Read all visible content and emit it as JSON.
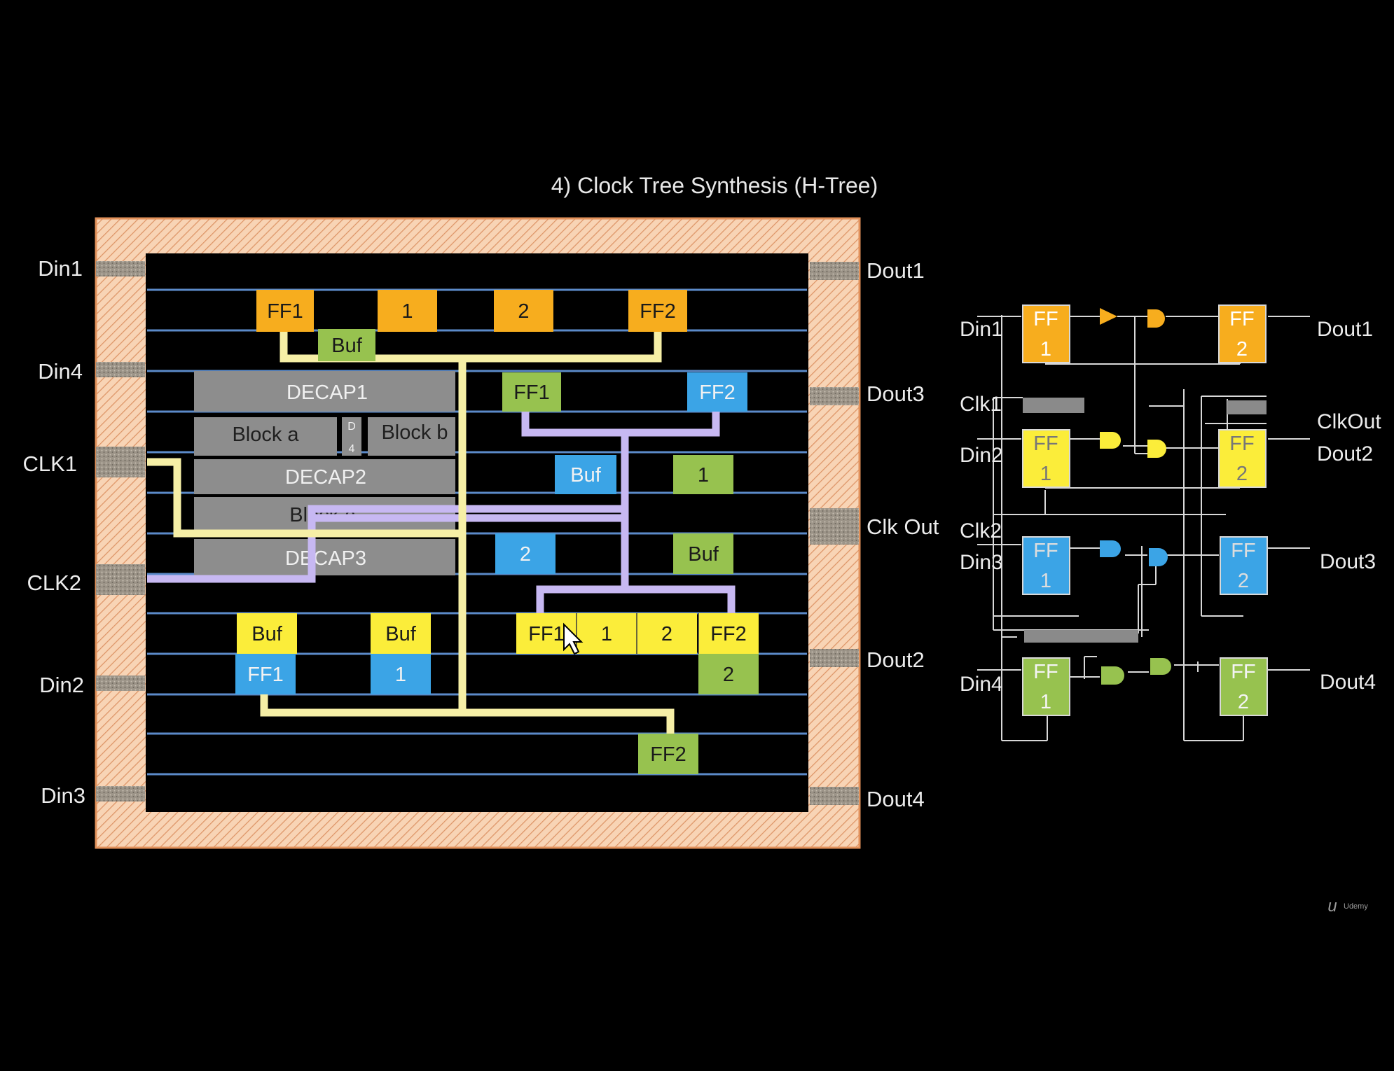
{
  "slide": {
    "title": "4) Clock Tree Synthesis (H-Tree)",
    "watermark": "Udemy",
    "colors": {
      "background": "#000000",
      "frame": "#f6c9a6",
      "frame_border": "#e2915a",
      "row": "#5b8ac9",
      "orange": "#f7ad1e",
      "yellow": "#fbed3a",
      "blue": "#3ba4e6",
      "green": "#97c24f",
      "decap": "#8d8d8d",
      "clock_yellow": "#f6efa6",
      "clock_lavender": "#c7b8f2"
    }
  },
  "layout_pins": {
    "left": [
      "Din1",
      "Din4",
      "CLK1",
      "CLK2",
      "Din2",
      "Din3"
    ],
    "right": [
      "Dout1",
      "Dout3",
      "Clk Out",
      "Dout2",
      "Dout4"
    ]
  },
  "macros": {
    "decap1": "DECAP1",
    "block_a": "Block a",
    "d4_top": "D",
    "d4_bottom": "4",
    "block_b": "Block b",
    "decap2": "DECAP2",
    "block_c": "Block c",
    "decap3": "DECAP3"
  },
  "cells": [
    {
      "label": "FF1",
      "color": "orange"
    },
    {
      "label": "1",
      "color": "orange"
    },
    {
      "label": "2",
      "color": "orange"
    },
    {
      "label": "FF2",
      "color": "orange"
    },
    {
      "label": "Buf",
      "color": "green"
    },
    {
      "label": "FF1",
      "color": "green"
    },
    {
      "label": "FF2",
      "color": "blue"
    },
    {
      "label": "Buf",
      "color": "blue"
    },
    {
      "label": "1",
      "color": "green"
    },
    {
      "label": "2",
      "color": "blue"
    },
    {
      "label": "Buf",
      "color": "green"
    },
    {
      "label": "Buf",
      "color": "yellow"
    },
    {
      "label": "Buf",
      "color": "yellow"
    },
    {
      "label": "FF1",
      "color": "blue"
    },
    {
      "label": "1",
      "color": "blue"
    },
    {
      "label": "FF1",
      "color": "yellow"
    },
    {
      "label": "1",
      "color": "yellow"
    },
    {
      "label": "2",
      "color": "yellow"
    },
    {
      "label": "FF2",
      "color": "yellow"
    },
    {
      "label": "2",
      "color": "green"
    },
    {
      "label": "FF2",
      "color": "green"
    }
  ],
  "schematic": {
    "left_labels": [
      "Din1",
      "Clk1",
      "Din2",
      "Clk2",
      "Din3",
      "Din4"
    ],
    "right_labels": [
      "Dout1",
      "ClkOut",
      "Dout2",
      "Dout3",
      "Dout4"
    ],
    "ff_top": "FF",
    "ff_1": "1",
    "ff_2": "2"
  }
}
